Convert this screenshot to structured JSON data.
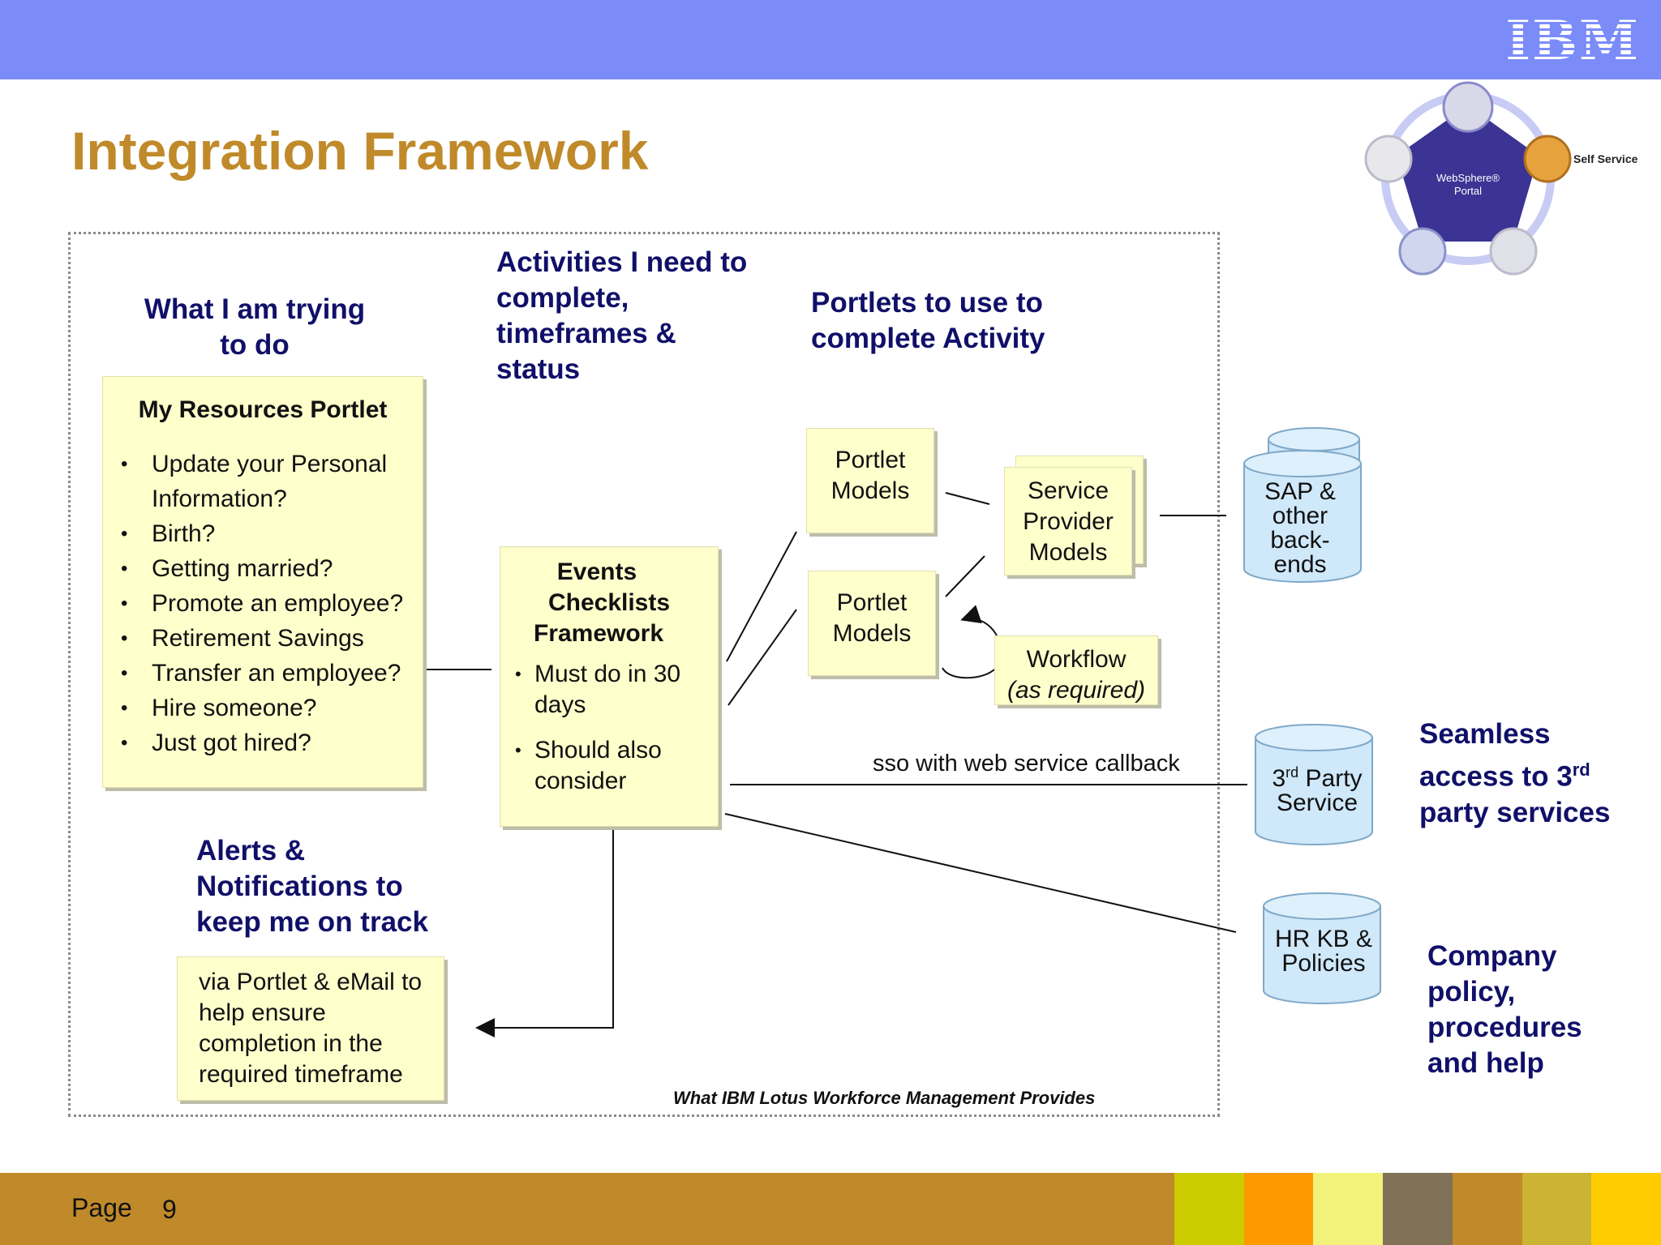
{
  "header": {
    "logo_text": "IBM"
  },
  "title": "Integration Framework",
  "badge": {
    "center_text": "WebSphere® Portal",
    "side_text": "Self Service"
  },
  "columns": {
    "trying": "What I am trying to do",
    "activities": "Activities I need to complete, timeframes & status",
    "portlets": "Portlets to use to complete Activity"
  },
  "resources": {
    "title": "My Resources Portlet",
    "items": [
      "Update your Personal Information?",
      "Birth?",
      "Getting married?",
      "Promote an employee?",
      "Retirement Savings",
      "Transfer an employee?",
      "Hire someone?",
      "Just got hired?"
    ]
  },
  "events": {
    "title_lines": [
      "Events",
      "Checklists",
      "Framework"
    ],
    "items": [
      "Must do in 30 days",
      "Should also consider"
    ]
  },
  "portlet_models_1": "Portlet Models",
  "portlet_models_2": "Portlet Models",
  "service_provider": "Service Provider Models",
  "workflow": {
    "title": "Workflow",
    "note": "(as required)"
  },
  "alerts": {
    "heading": "Alerts & Notifications to keep me on track",
    "box": "via Portlet & eMail to help ensure completion in the required timeframe"
  },
  "sso_label": "sso with web service callback",
  "backends": {
    "sap": "SAP & other back-ends",
    "third_party_prefix": "3",
    "third_party_sup": "rd",
    "third_party_rest": " Party Service",
    "hr": "HR KB & Policies"
  },
  "side": {
    "seamless_a": "Seamless access to 3",
    "seamless_sup": "rd",
    "seamless_b": " party services",
    "company": "Company policy, procedures and help"
  },
  "footer_caption": "What IBM Lotus Workforce Management Provides",
  "footer": {
    "page_label": "Page",
    "page_number": "9",
    "color_blocks": [
      "#cccc00",
      "#ff9900",
      "#f2f27a",
      "#807256",
      "#c08a2a",
      "#cbb333",
      "#ffcc00"
    ]
  }
}
